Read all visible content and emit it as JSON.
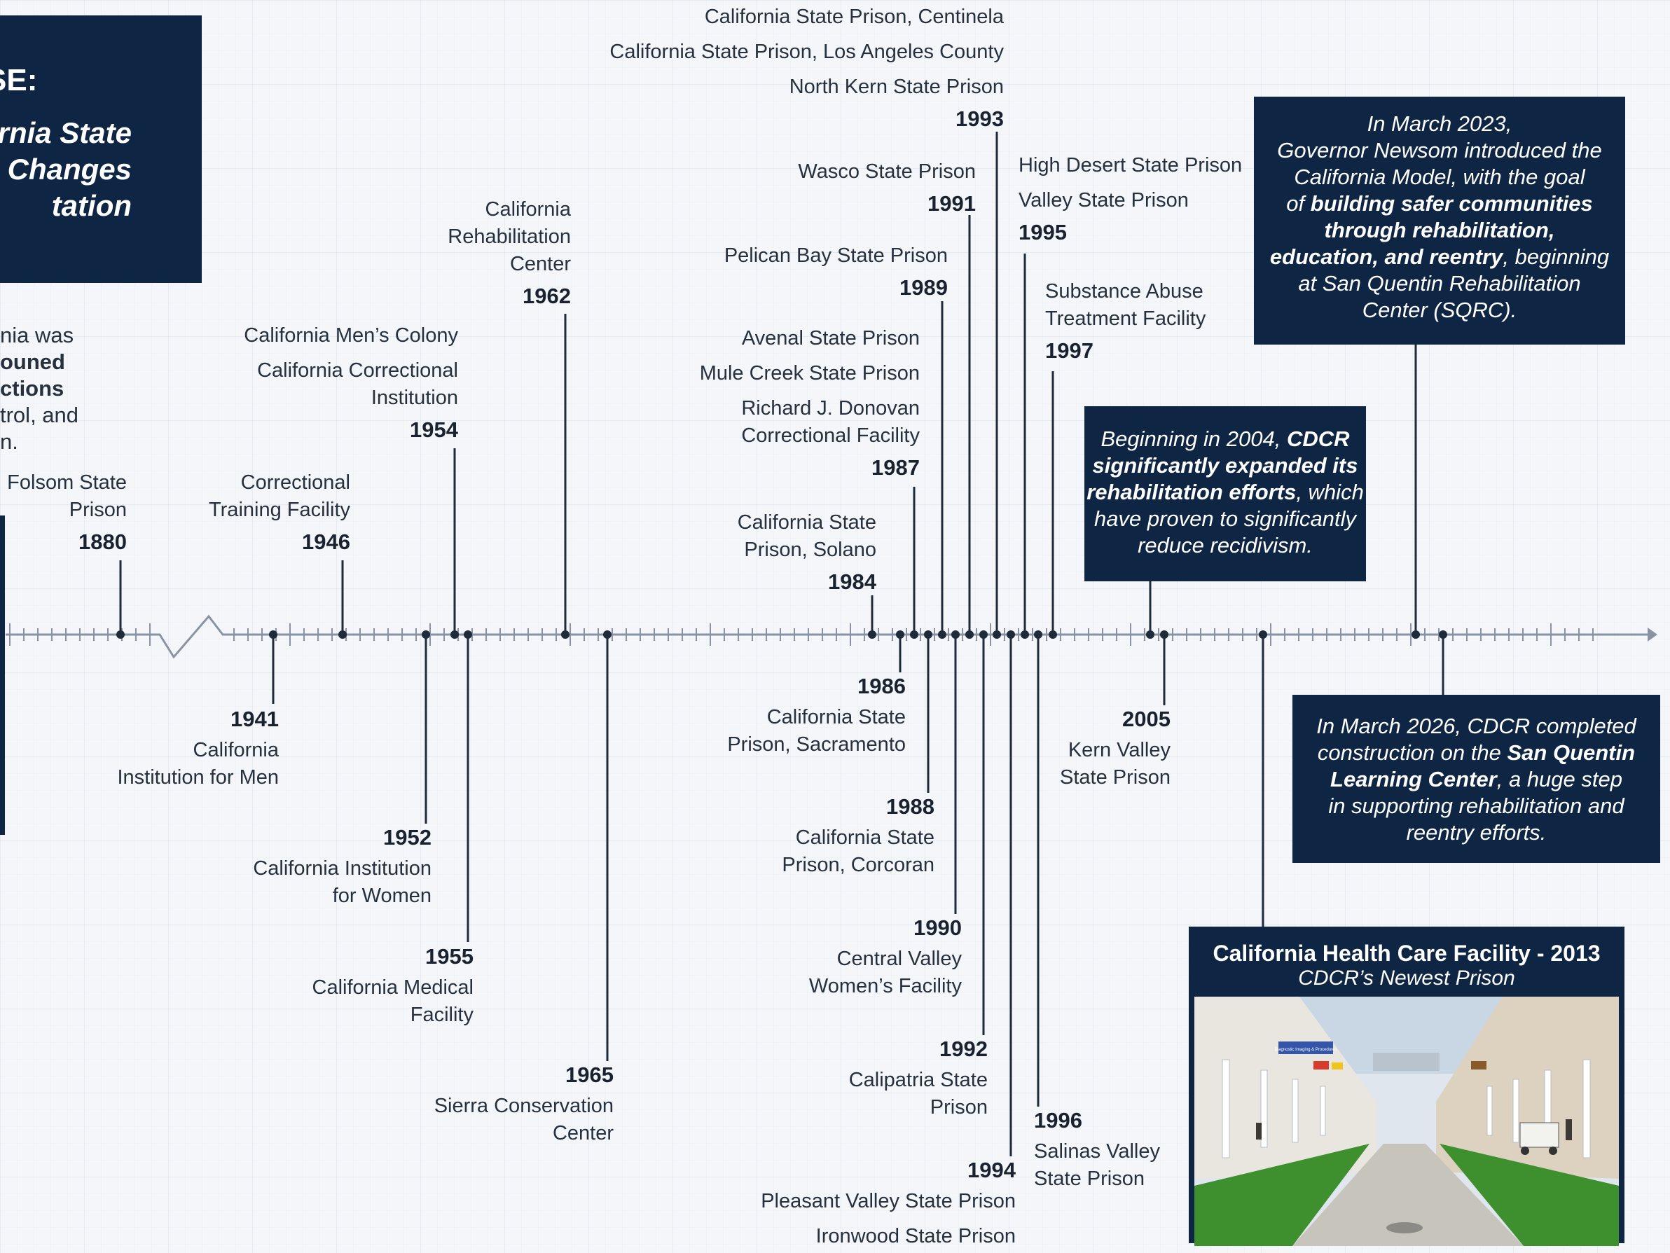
{
  "header": {
    "title_fragment": "SE:",
    "subtitle_lines": [
      "rnia State",
      "Changes",
      "tation"
    ]
  },
  "intro": {
    "lines": [
      {
        "text": "nia was",
        "bold": false
      },
      {
        "text": "ouned",
        "bold": true
      },
      {
        "text": "ctions",
        "bold": true
      },
      {
        "text": "trol, and",
        "bold": false
      },
      {
        "text": "n.",
        "bold": false
      }
    ]
  },
  "events": [
    {
      "year": "1880",
      "names": [
        "Folsom State",
        "Prison"
      ]
    },
    {
      "year": "1941",
      "names": [
        "California",
        "Institution for Men"
      ]
    },
    {
      "year": "1946",
      "names": [
        "Correctional",
        "Training Facility"
      ]
    },
    {
      "year": "1952",
      "names": [
        "California Institution",
        "for Women"
      ]
    },
    {
      "year": "1954",
      "names": [
        "California Men’s Colony",
        "California Correctional",
        "Institution"
      ]
    },
    {
      "year": "1955",
      "names": [
        "California Medical",
        "Facility"
      ]
    },
    {
      "year": "1962",
      "names": [
        "California",
        "Rehabilitation",
        "Center"
      ]
    },
    {
      "year": "1965",
      "names": [
        "Sierra Conservation",
        "Center"
      ]
    },
    {
      "year": "1984",
      "names": [
        "California State",
        "Prison, Solano"
      ]
    },
    {
      "year": "1986",
      "names": [
        "California State",
        "Prison, Sacramento"
      ]
    },
    {
      "year": "1987",
      "names": [
        "Avenal State Prison",
        "Mule Creek State Prison",
        "Richard J. Donovan",
        "Correctional Facility"
      ]
    },
    {
      "year": "1988",
      "names": [
        "California State",
        "Prison, Corcoran"
      ]
    },
    {
      "year": "1989",
      "names": [
        "Pelican Bay State Prison"
      ]
    },
    {
      "year": "1990",
      "names": [
        "Central Valley",
        "Women’s Facility"
      ]
    },
    {
      "year": "1991",
      "names": [
        "Wasco State Prison"
      ]
    },
    {
      "year": "1992",
      "names": [
        "Calipatria State",
        "Prison"
      ]
    },
    {
      "year": "1993",
      "names": [
        "California State Prison, Centinela",
        "California State Prison, Los Angeles County",
        "North Kern State Prison"
      ]
    },
    {
      "year": "1994",
      "names": [
        "Pleasant Valley State Prison",
        "Ironwood State Prison"
      ]
    },
    {
      "year": "1995",
      "names": [
        "High Desert State Prison",
        "Valley State Prison"
      ]
    },
    {
      "year": "1996",
      "names": [
        "Salinas Valley",
        "State Prison"
      ]
    },
    {
      "year": "1997",
      "names": [
        "Substance Abuse",
        "Treatment Facility"
      ]
    },
    {
      "year": "2005",
      "names": [
        "Kern Valley",
        "State Prison"
      ]
    }
  ],
  "callouts": {
    "c2004": {
      "lines": [
        [
          {
            "t": "Beginning in 2004, ",
            "b": false
          },
          {
            "t": "CDCR",
            "b": true
          }
        ],
        [
          {
            "t": "significantly expanded its",
            "b": true
          }
        ],
        [
          {
            "t": "rehabilitation efforts",
            "b": true
          },
          {
            "t": ", which",
            "b": false
          }
        ],
        [
          {
            "t": "have proven to significantly",
            "b": false
          }
        ],
        [
          {
            "t": "reduce recidivism.",
            "b": false
          }
        ]
      ]
    },
    "c2023": {
      "lines": [
        [
          {
            "t": "In March 2023,",
            "b": false
          }
        ],
        [
          {
            "t": "Governor Newsom introduced the",
            "b": false
          }
        ],
        [
          {
            "t": "California Model, with the goal",
            "b": false
          }
        ],
        [
          {
            "t": "of ",
            "b": false
          },
          {
            "t": "building safer communities",
            "b": true
          }
        ],
        [
          {
            "t": "through rehabilitation,",
            "b": true
          }
        ],
        [
          {
            "t": "education, and reentry",
            "b": true
          },
          {
            "t": ", beginning",
            "b": false
          }
        ],
        [
          {
            "t": "at San Quentin Rehabilitation",
            "b": false
          }
        ],
        [
          {
            "t": "Center (SQRC).",
            "b": false
          }
        ]
      ]
    },
    "c2026": {
      "lines": [
        [
          {
            "t": "In March 2026, CDCR completed",
            "b": false
          }
        ],
        [
          {
            "t": "construction on the ",
            "b": false
          },
          {
            "t": "San Quentin",
            "b": true
          }
        ],
        [
          {
            "t": "Learning Center",
            "b": true
          },
          {
            "t": ", a huge step",
            "b": false
          }
        ],
        [
          {
            "t": "in supporting rehabilitation and",
            "b": false
          }
        ],
        [
          {
            "t": "reentry efforts.",
            "b": false
          }
        ]
      ]
    }
  },
  "photo_card": {
    "title": "California Health Care Facility - 2013",
    "subtitle": "CDCR’s Newest Prison",
    "sign_text": "Diagnostic Imaging & Procedures"
  },
  "colors": {
    "navy": "#0e2644",
    "axis": "#8a93a3",
    "stem": "#1f2a3a",
    "grass": "#3e8f2e"
  }
}
